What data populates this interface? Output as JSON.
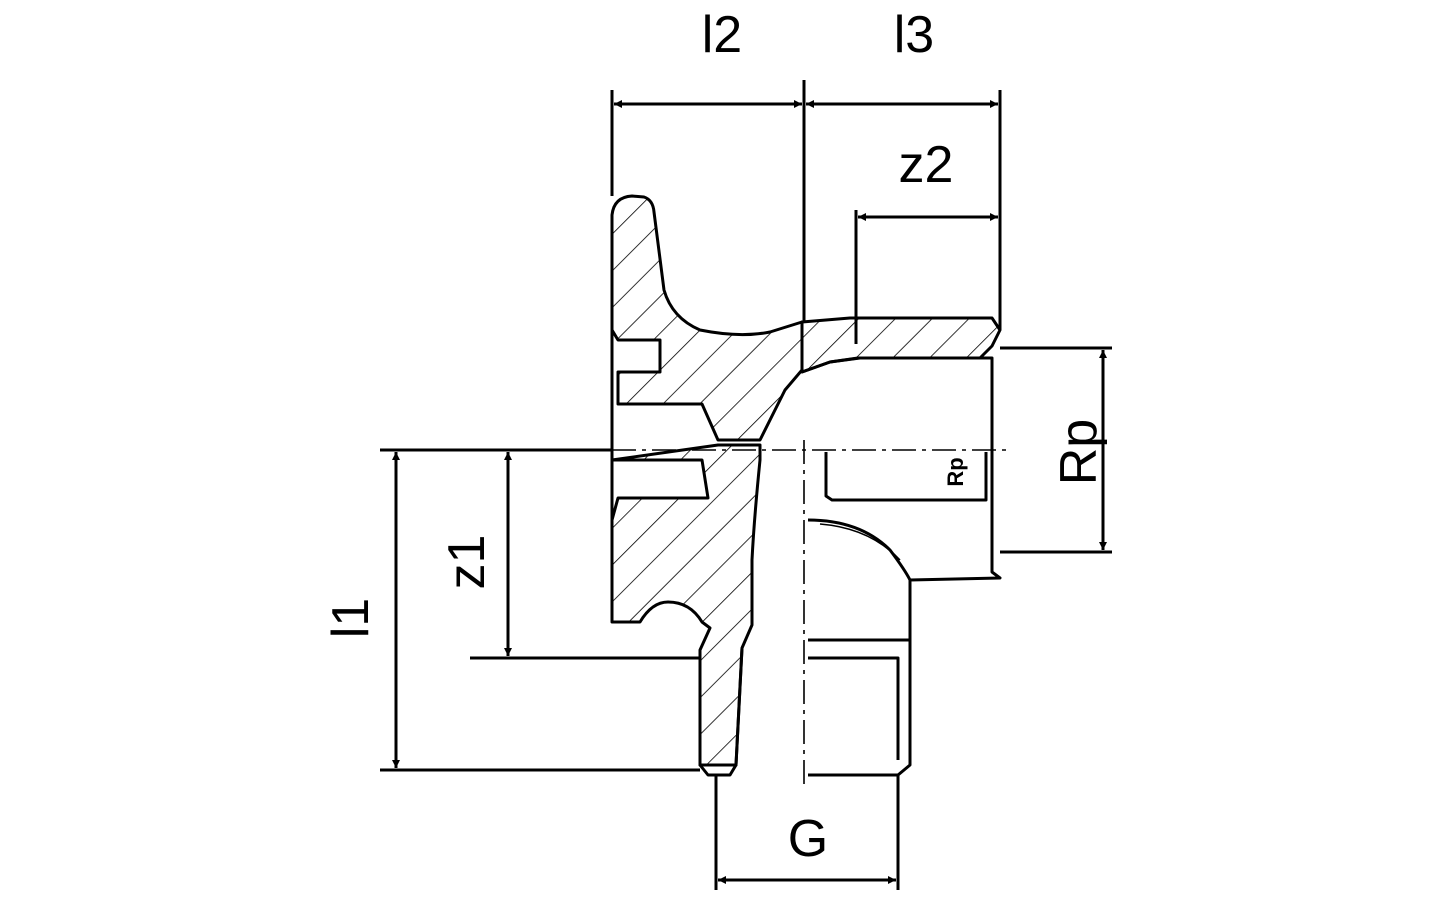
{
  "labels": {
    "l1": "l1",
    "l2": "l2",
    "l3": "l3",
    "z1": "z1",
    "z2": "z2",
    "rp": "Rp",
    "rp_thread": "Rp",
    "g": "G"
  }
}
